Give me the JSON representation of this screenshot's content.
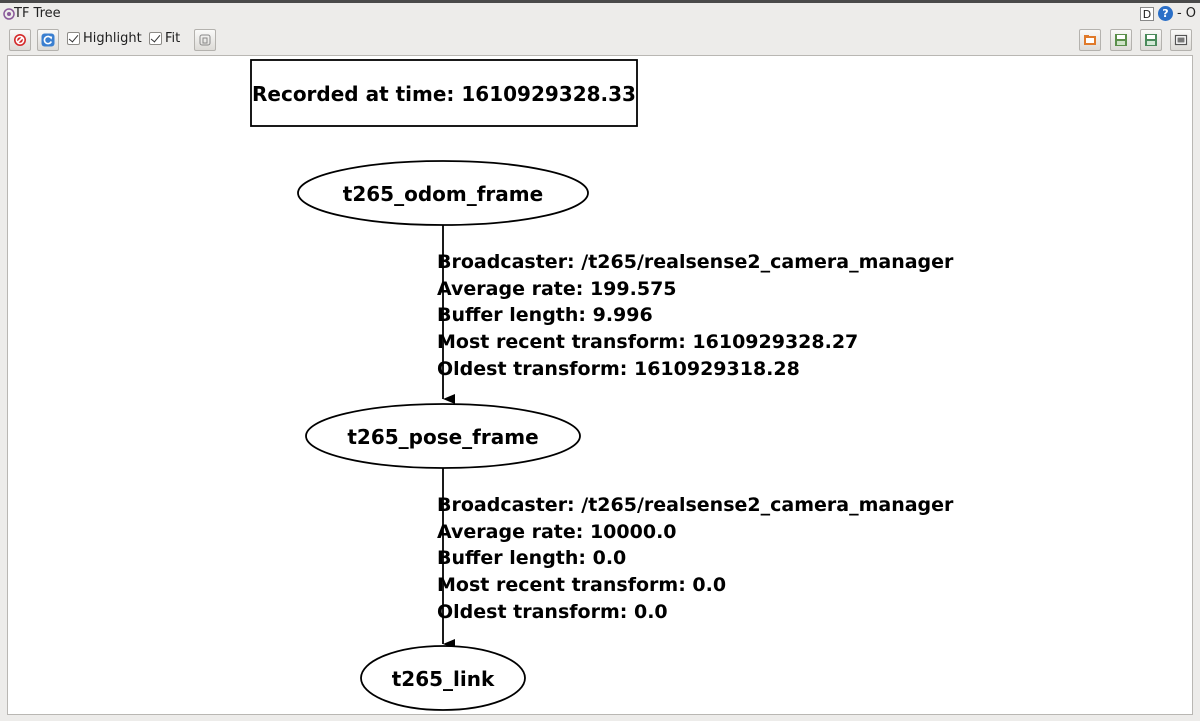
{
  "window": {
    "title": "TF Tree",
    "controls": [
      "D",
      "?",
      "- O"
    ]
  },
  "toolbar": {
    "buttons_left": [
      {
        "name": "stop-icon",
        "action": "stop"
      },
      {
        "name": "refresh-icon",
        "action": "refresh"
      }
    ],
    "highlight": {
      "label": "Highlight",
      "checked": true
    },
    "fit": {
      "label": "Fit",
      "checked": true
    },
    "fit_button_icon": "fit-in-view-icon",
    "buttons_right": [
      {
        "name": "open-file-icon"
      },
      {
        "name": "save-image-icon"
      },
      {
        "name": "save-svg-icon"
      },
      {
        "name": "fullscreen-icon"
      }
    ]
  },
  "graph": {
    "recorded": "Recorded at time: 1610929328.33",
    "nodes": {
      "odom": "t265_odom_frame",
      "pose": "t265_pose_frame",
      "link": "t265_link"
    },
    "edges": [
      {
        "from": "t265_odom_frame",
        "to": "t265_pose_frame",
        "lines": [
          "Broadcaster: /t265/realsense2_camera_manager",
          "Average rate: 199.575",
          "Buffer length: 9.996",
          "Most recent transform: 1610929328.27",
          "Oldest transform: 1610929318.28"
        ]
      },
      {
        "from": "t265_pose_frame",
        "to": "t265_link",
        "lines": [
          "Broadcaster: /t265/realsense2_camera_manager",
          "Average rate: 10000.0",
          "Buffer length: 0.0",
          "Most recent transform: 0.0",
          "Oldest transform: 0.0"
        ]
      }
    ]
  }
}
